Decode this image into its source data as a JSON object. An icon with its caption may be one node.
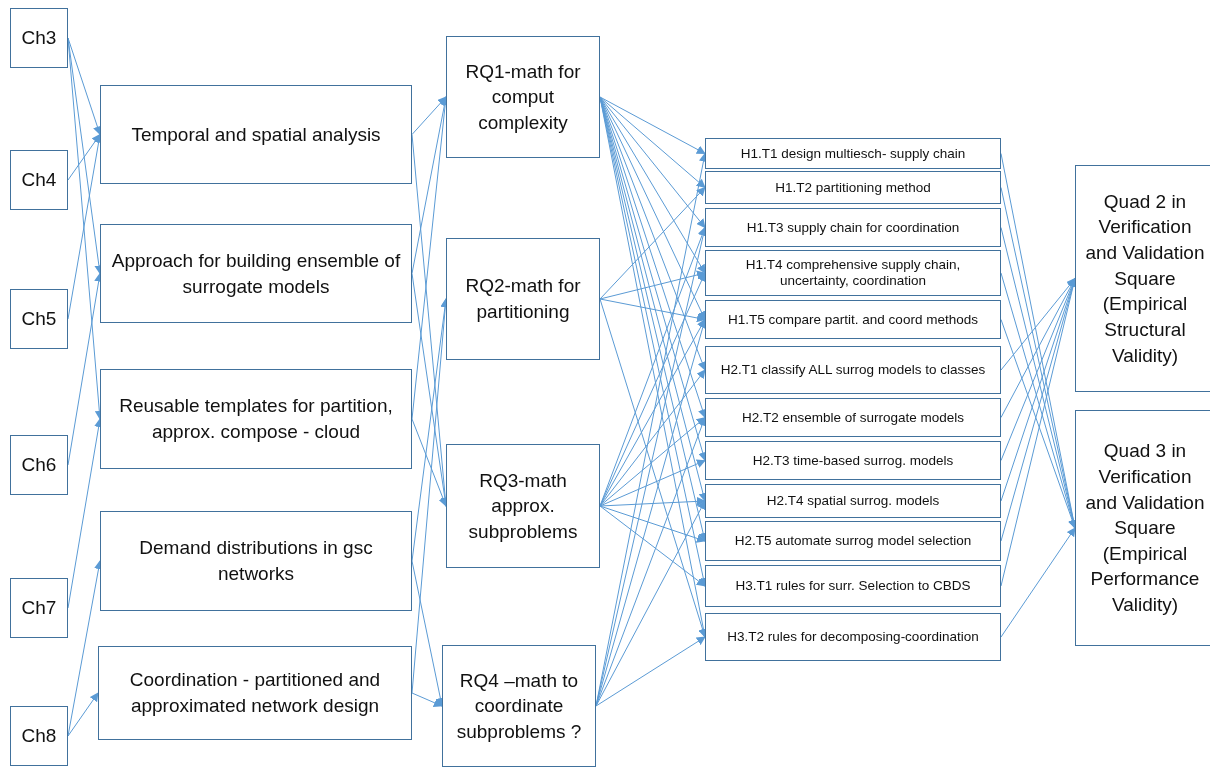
{
  "diagram": {
    "nodes": [
      {
        "text": [
          "Ch3"
        ]
      },
      {
        "text": [
          "Ch4"
        ]
      },
      {
        "text": [
          "Ch5"
        ]
      },
      {
        "text": [
          "Ch6"
        ]
      },
      {
        "text": [
          "Ch7"
        ]
      },
      {
        "text": [
          "Ch8"
        ]
      },
      {
        "text": [
          "Temporal and spatial analysis"
        ]
      },
      {
        "text": [
          "Approach for building ensemble of surrogate models"
        ]
      },
      {
        "text": [
          "Reusable templates for partition, approx. compose - cloud"
        ]
      },
      {
        "text": [
          "Demand distributions in gsc networks"
        ]
      },
      {
        "text": [
          "Coordination - partitioned and approximated network design"
        ]
      },
      {
        "text": [
          "RQ1-math for comput complexity"
        ]
      },
      {
        "text": [
          "RQ2-math for partitioning"
        ]
      },
      {
        "text": [
          "RQ3-math approx. subproblems"
        ]
      },
      {
        "text": [
          "RQ4 –math to coordinate subproblems ?"
        ]
      },
      {
        "text": [
          "H1.T1 design multiesch- supply chain"
        ]
      },
      {
        "text": [
          "H1.T2 partitioning method"
        ]
      },
      {
        "text": [
          "H1.T3 supply chain for coordination"
        ]
      },
      {
        "text": [
          "H1.T4 comprehensive supply chain, uncertainty, coordination"
        ]
      },
      {
        "text": [
          "H1.T5 compare partit. and coord methods"
        ]
      },
      {
        "text": [
          "H2.T1 classify ALL surrog models to classes"
        ]
      },
      {
        "text": [
          "H2.T2  ensemble of surrogate models"
        ]
      },
      {
        "text": [
          "H2.T3  time-based surrog. models"
        ]
      },
      {
        "text": [
          "H2.T4 spatial surrog. models"
        ]
      },
      {
        "text": [
          "H2.T5 automate surrog model selection"
        ]
      },
      {
        "text": [
          "H3.T1 rules for surr. Selection to CBDS"
        ]
      },
      {
        "text": [
          "H3.T2 rules for decomposing-coordination"
        ]
      },
      {
        "text": [
          "Quad 2 in Verification and Validation Square (Empirical Structural Validity)"
        ]
      },
      {
        "text": [
          "Quad 3 in Verification and Validation Square (Empirical Performance Validity)"
        ]
      }
    ],
    "edges": [
      {
        "from": 0,
        "to": 6,
        "arrow": "to"
      },
      {
        "from": 0,
        "to": 7,
        "arrow": "to"
      },
      {
        "from": 0,
        "to": 8,
        "arrow": "to"
      },
      {
        "from": 1,
        "to": 6,
        "arrow": "to"
      },
      {
        "from": 2,
        "to": 6,
        "arrow": "to"
      },
      {
        "from": 3,
        "to": 7,
        "arrow": "to"
      },
      {
        "from": 4,
        "to": 8,
        "arrow": "to"
      },
      {
        "from": 5,
        "to": 9,
        "arrow": "to"
      },
      {
        "from": 5,
        "to": 10,
        "arrow": "to"
      },
      {
        "from": 6,
        "to": 11,
        "arrow": "to"
      },
      {
        "from": 6,
        "to": 13,
        "arrow": "to"
      },
      {
        "from": 7,
        "to": 11,
        "arrow": "to"
      },
      {
        "from": 7,
        "to": 13,
        "arrow": "to"
      },
      {
        "from": 8,
        "to": 11,
        "arrow": "to"
      },
      {
        "from": 8,
        "to": 13,
        "arrow": "to"
      },
      {
        "from": 9,
        "to": 12,
        "arrow": "to"
      },
      {
        "from": 9,
        "to": 14,
        "arrow": "to"
      },
      {
        "from": 10,
        "to": 12,
        "arrow": "to"
      },
      {
        "from": 10,
        "to": 14,
        "arrow": "to"
      },
      {
        "from": 11,
        "to": 15,
        "arrow": "to"
      },
      {
        "from": 11,
        "to": 16,
        "arrow": "to"
      },
      {
        "from": 11,
        "to": 17,
        "arrow": "to"
      },
      {
        "from": 11,
        "to": 18,
        "arrow": "to"
      },
      {
        "from": 11,
        "to": 19,
        "arrow": "to"
      },
      {
        "from": 11,
        "to": 20,
        "arrow": "to"
      },
      {
        "from": 11,
        "to": 21,
        "arrow": "to"
      },
      {
        "from": 11,
        "to": 22,
        "arrow": "to"
      },
      {
        "from": 11,
        "to": 23,
        "arrow": "to"
      },
      {
        "from": 11,
        "to": 24,
        "arrow": "to"
      },
      {
        "from": 11,
        "to": 25,
        "arrow": "to"
      },
      {
        "from": 11,
        "to": 26,
        "arrow": "to"
      },
      {
        "from": 12,
        "to": 16,
        "arrow": "to"
      },
      {
        "from": 12,
        "to": 18,
        "arrow": "to"
      },
      {
        "from": 12,
        "to": 19,
        "arrow": "to"
      },
      {
        "from": 12,
        "to": 26,
        "arrow": "to"
      },
      {
        "from": 13,
        "to": 17,
        "arrow": "to"
      },
      {
        "from": 13,
        "to": 18,
        "arrow": "to"
      },
      {
        "from": 13,
        "to": 19,
        "arrow": "to"
      },
      {
        "from": 13,
        "to": 20,
        "arrow": "to"
      },
      {
        "from": 13,
        "to": 21,
        "arrow": "to"
      },
      {
        "from": 13,
        "to": 22,
        "arrow": "to"
      },
      {
        "from": 13,
        "to": 23,
        "arrow": "to"
      },
      {
        "from": 13,
        "to": 24,
        "arrow": "to"
      },
      {
        "from": 13,
        "to": 25,
        "arrow": "to"
      },
      {
        "from": 14,
        "to": 15,
        "arrow": "to"
      },
      {
        "from": 14,
        "to": 17,
        "arrow": "to"
      },
      {
        "from": 14,
        "to": 19,
        "arrow": "to"
      },
      {
        "from": 14,
        "to": 21,
        "arrow": "to"
      },
      {
        "from": 14,
        "to": 23,
        "arrow": "to"
      },
      {
        "from": 14,
        "to": 26,
        "arrow": "to"
      },
      {
        "from": 15,
        "to": 28,
        "arrow": "to"
      },
      {
        "from": 16,
        "to": 28,
        "arrow": "to"
      },
      {
        "from": 17,
        "to": 28,
        "arrow": "to"
      },
      {
        "from": 18,
        "to": 28,
        "arrow": "to"
      },
      {
        "from": 19,
        "to": 28,
        "arrow": "to"
      },
      {
        "from": 20,
        "to": 27,
        "arrow": "to"
      },
      {
        "from": 21,
        "to": 27,
        "arrow": "to"
      },
      {
        "from": 22,
        "to": 27,
        "arrow": "to"
      },
      {
        "from": 23,
        "to": 27,
        "arrow": "to"
      },
      {
        "from": 24,
        "to": 27,
        "arrow": "to"
      },
      {
        "from": 25,
        "to": 27,
        "arrow": "to"
      },
      {
        "from": 26,
        "to": 28,
        "arrow": "to"
      }
    ]
  }
}
